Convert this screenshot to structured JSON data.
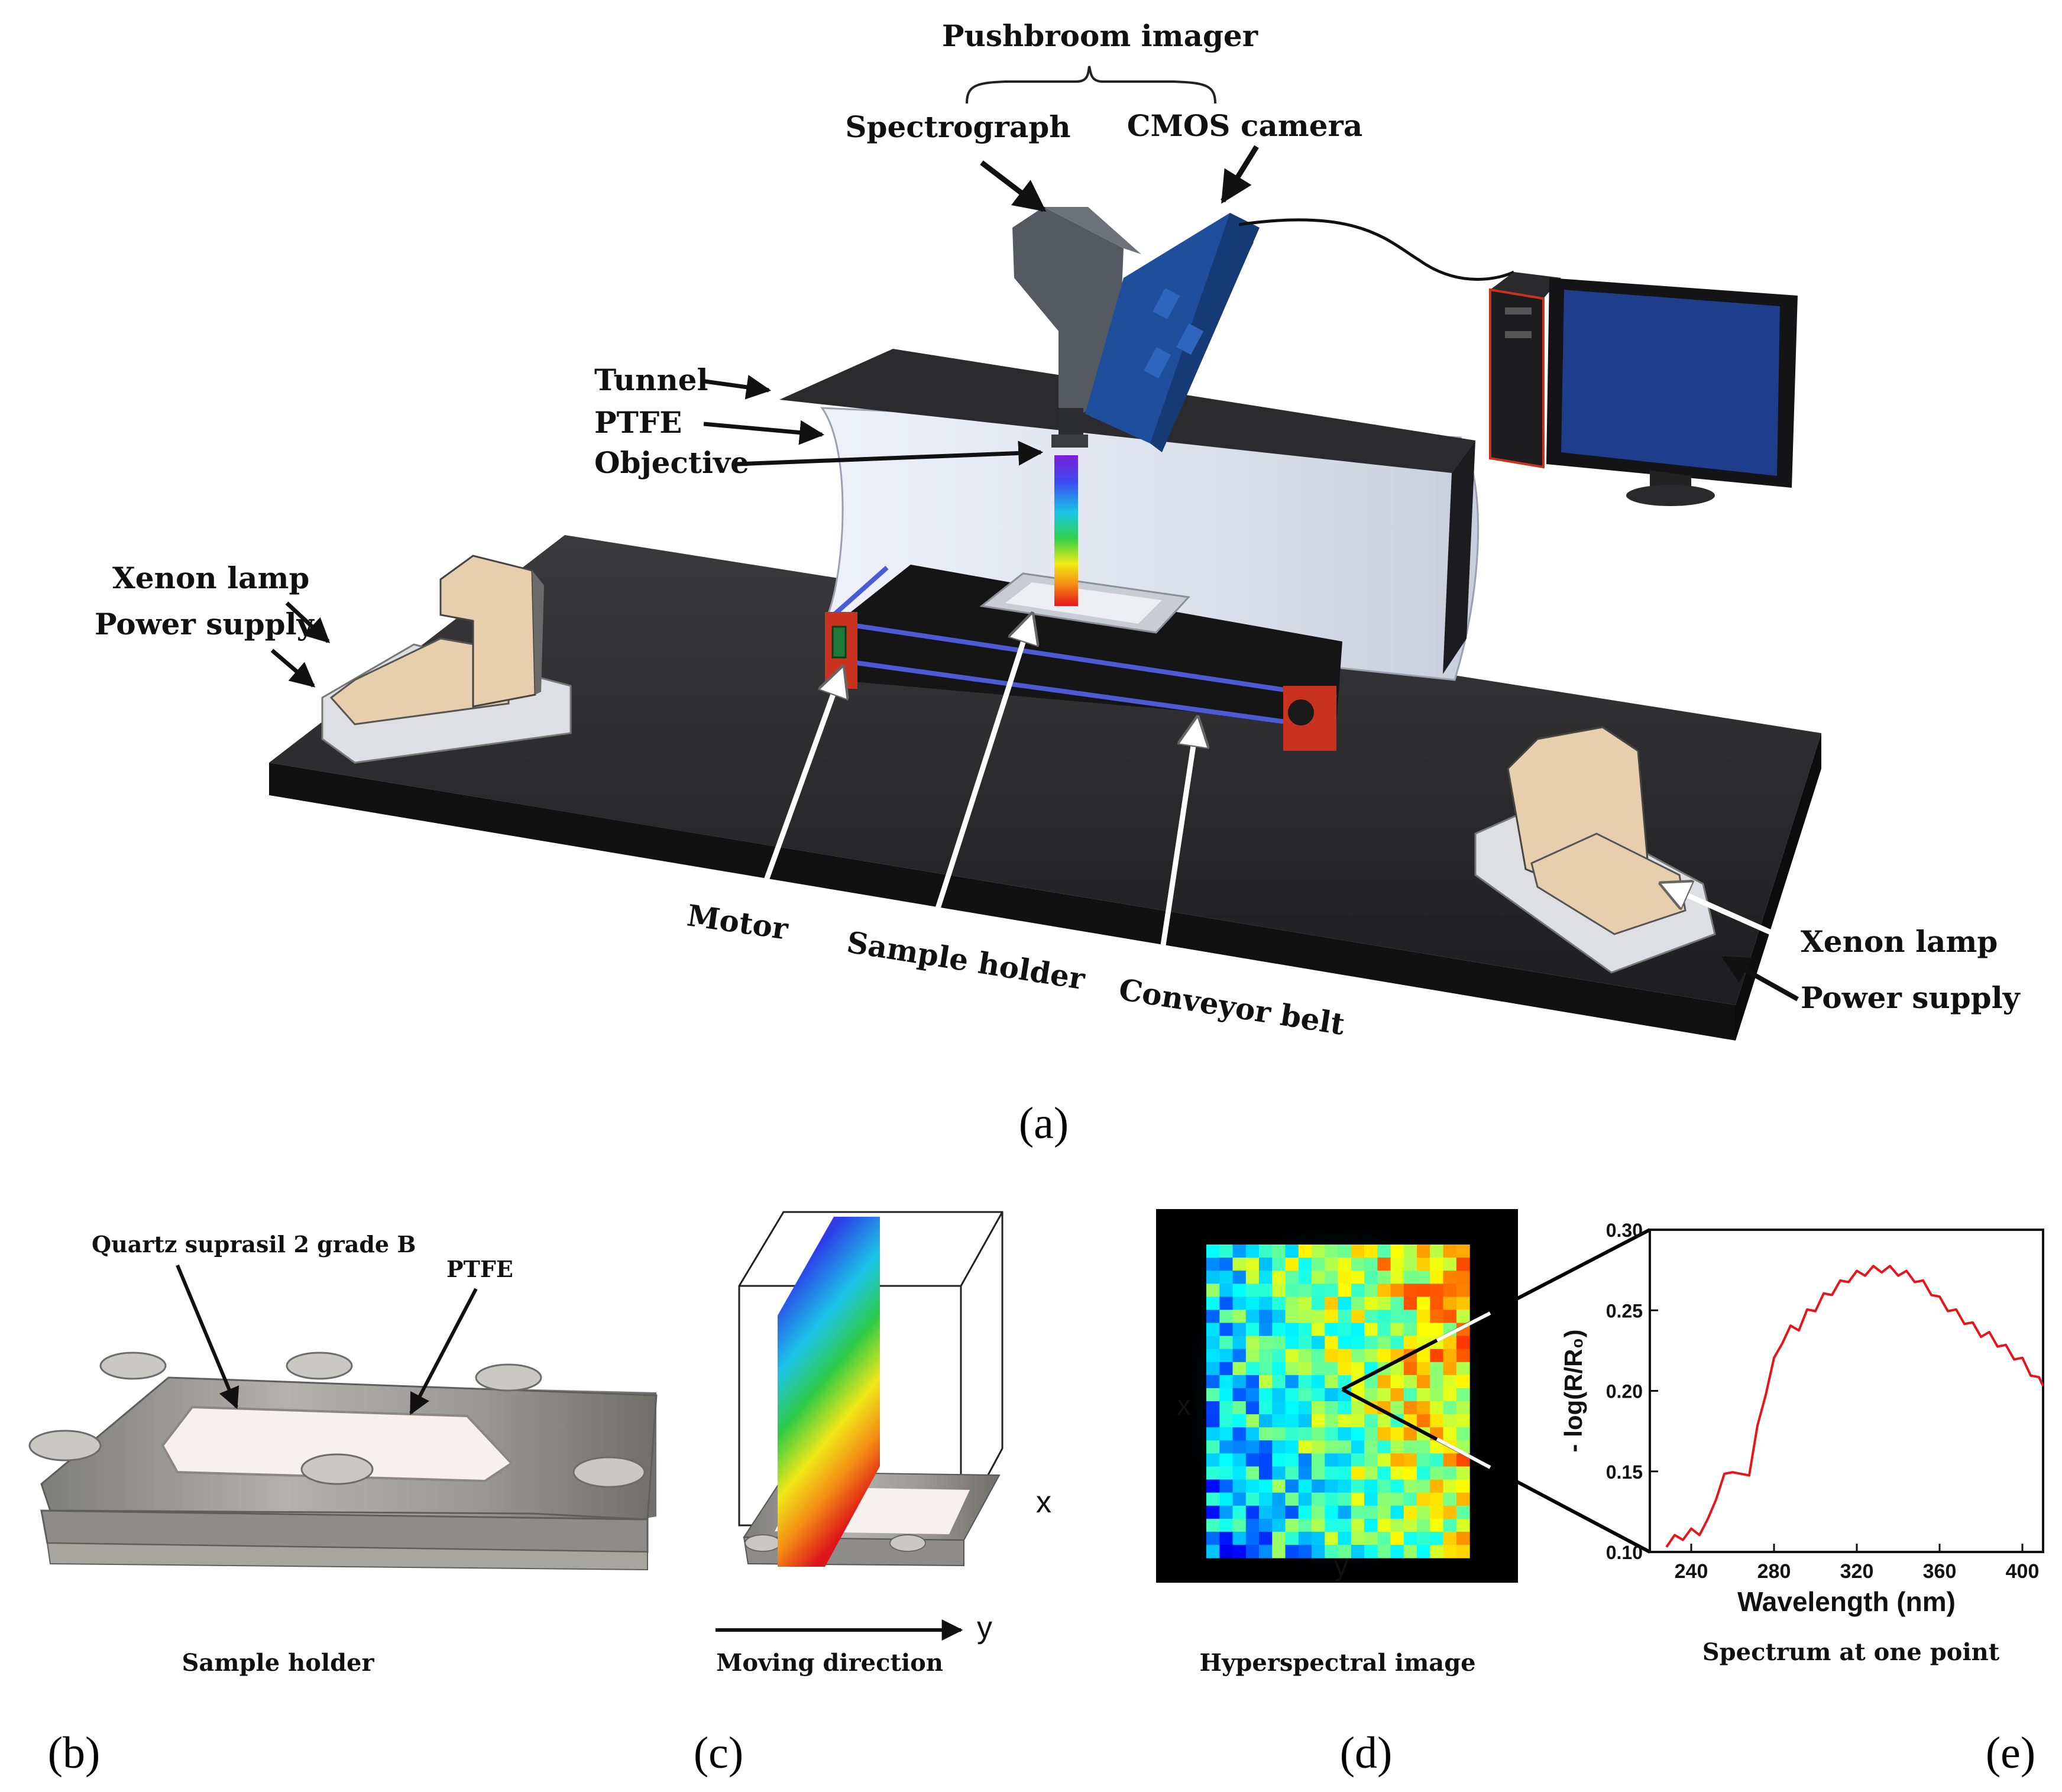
{
  "panel_a": {
    "labels": {
      "pushbroom": "Pushbroom imager",
      "spectrograph": "Spectrograph",
      "cmos": "CMOS camera",
      "tunnel": "Tunnel",
      "ptfe": "PTFE",
      "objective": "Objective",
      "xenon_left": "Xenon lamp",
      "power_left": "Power supply",
      "motor": "Motor",
      "sample_holder": "Sample holder",
      "conveyor": "Conveyor belt",
      "xenon_right": "Xenon lamp",
      "power_right": "Power supply"
    },
    "panel_label": "(a)"
  },
  "panel_b": {
    "quartz": "Quartz suprasil 2 grade B",
    "ptfe": "PTFE",
    "caption": "Sample holder",
    "panel_label": "(b)"
  },
  "panel_c": {
    "x_label": "x",
    "y_label": "y",
    "caption": "Moving direction",
    "panel_label": "(c)"
  },
  "panel_d": {
    "x_label": "x",
    "y_label": "y",
    "caption": "Hyperspectral image",
    "panel_label": "(d)"
  },
  "panel_e": {
    "caption": "Spectrum at one point",
    "panel_label": "(e)"
  },
  "colors": {
    "spectrum_line": "#e8141b",
    "camera_blue": "#1f4f9c",
    "belt_blue": "#4b5bd6",
    "motor_red": "#c8321e",
    "lamp_tan": "#e7cfae"
  },
  "chart_data": {
    "type": "line",
    "title": "",
    "xlabel": "Wavelength (nm)",
    "ylabel": "- log(R/R₀)",
    "xlim": [
      220,
      410
    ],
    "ylim": [
      0.1,
      0.3
    ],
    "xticks": [
      240,
      280,
      320,
      360,
      400
    ],
    "yticks": [
      0.1,
      0.15,
      0.2,
      0.25,
      0.3
    ],
    "ytick_labels": [
      "0.10",
      "0.15",
      "0.20",
      "0.25",
      "0.30"
    ],
    "series": [
      {
        "x": [
          228,
          232,
          236,
          240,
          244,
          248,
          252,
          256,
          260,
          264,
          268,
          272,
          276,
          280,
          284,
          288,
          292,
          296,
          300,
          304,
          308,
          312,
          316,
          320,
          324,
          328,
          332,
          336,
          340,
          344,
          348,
          352,
          356,
          360,
          364,
          368,
          372,
          376,
          380,
          384,
          388,
          392,
          396,
          400,
          404,
          408,
          410
        ],
        "y": [
          0.103,
          0.108,
          0.11,
          0.112,
          0.113,
          0.118,
          0.135,
          0.146,
          0.152,
          0.146,
          0.15,
          0.176,
          0.2,
          0.218,
          0.232,
          0.238,
          0.24,
          0.248,
          0.252,
          0.258,
          0.262,
          0.266,
          0.27,
          0.272,
          0.274,
          0.275,
          0.276,
          0.275,
          0.274,
          0.272,
          0.27,
          0.266,
          0.262,
          0.256,
          0.252,
          0.248,
          0.244,
          0.24,
          0.236,
          0.234,
          0.23,
          0.226,
          0.222,
          0.218,
          0.212,
          0.206,
          0.203
        ]
      }
    ]
  }
}
